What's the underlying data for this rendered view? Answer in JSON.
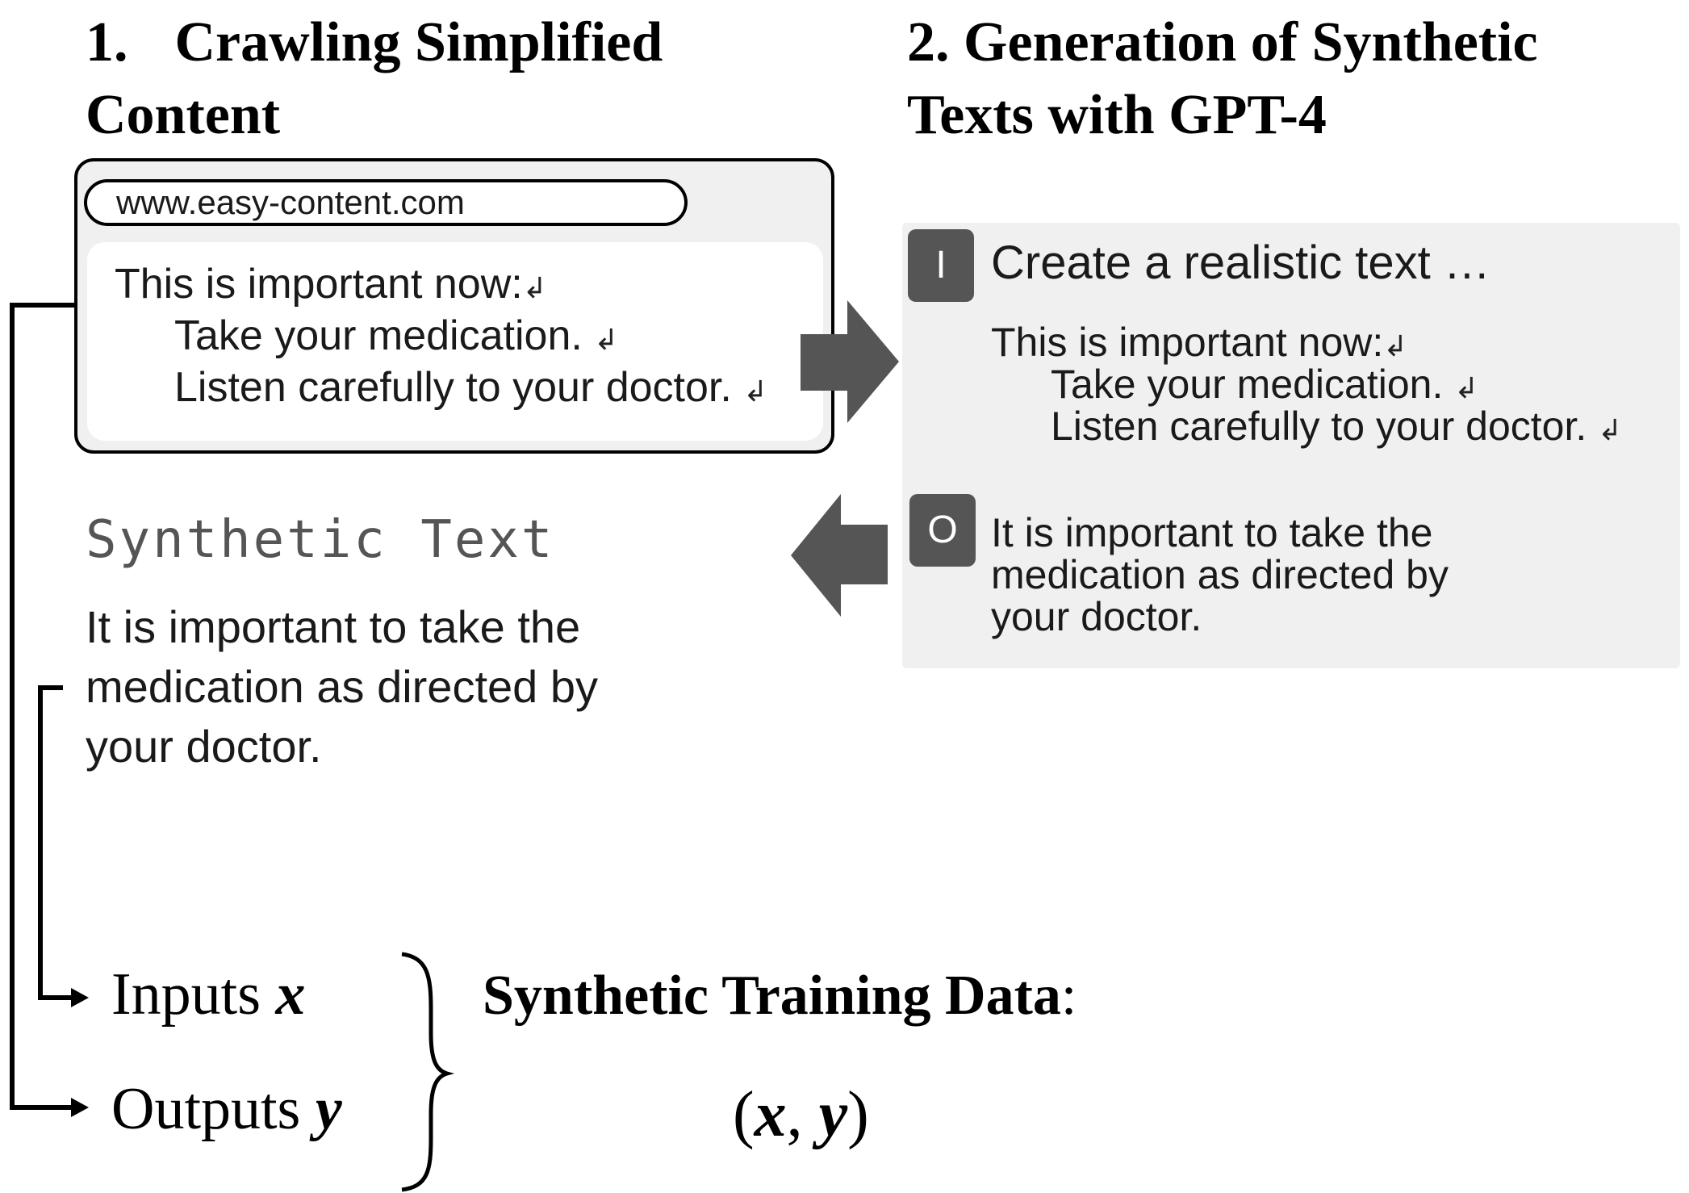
{
  "step1": {
    "number": "1.",
    "title_line1": "Crawling Simplified",
    "title_line2": "Content"
  },
  "step2": {
    "title_line1": "2. Generation of Synthetic",
    "title_line2": "Texts with GPT-4"
  },
  "browser": {
    "url": "www.easy-content.com",
    "lines": [
      "This is important now:",
      "Take your medication.",
      "Listen carefully to your doctor."
    ],
    "return_symbol": "↲"
  },
  "gpt_panel": {
    "input_badge": "I",
    "prompt": "Create  a realistic text …",
    "input_lines": [
      "This is important now:",
      "Take your medication.",
      "Listen carefully to your doctor."
    ],
    "output_badge": "O",
    "output_lines": [
      "It is important to take the",
      "medication as directed by",
      "your doctor."
    ]
  },
  "synthetic": {
    "title": "Synthetic Text",
    "lines": [
      "It is important to take the",
      "medication as directed by",
      "your doctor."
    ]
  },
  "training": {
    "inputs_label": "Inputs",
    "inputs_var": "x",
    "outputs_label": "Outputs",
    "outputs_var": "y",
    "title": "Synthetic Training Data",
    "colon": ":",
    "pair_open": "(",
    "pair_x": "x",
    "pair_sep": ", ",
    "pair_y": "y",
    "pair_close": ")"
  },
  "colors": {
    "arrow": "#555555",
    "panel_bg": "#f0f0f0",
    "badge": "#555555",
    "synthetic_title": "#555555"
  },
  "icons": [
    "right-arrow-icon",
    "left-arrow-icon",
    "connector-arrow-icon",
    "curly-brace-icon"
  ]
}
